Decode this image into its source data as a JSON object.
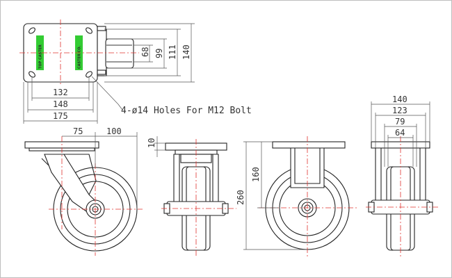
{
  "dimensions": {
    "top_plate_width": "175",
    "top_hole_span": "148",
    "top_hole_pitch": "132",
    "height_68": "68",
    "height_99": "99",
    "height_111": "111",
    "height_140": "140",
    "offset_75": "75",
    "radius_100": "100",
    "plate_10": "10",
    "bracket_160": "160",
    "overall_260": "260",
    "front_140": "140",
    "front_123": "123",
    "front_79": "79",
    "front_64": "64"
  },
  "note": "4-ø14 Holes For M12 Bolt",
  "labels": {
    "left_stamp": "TOP CASTER",
    "right_stamp": "CASTER CO."
  },
  "colors": {
    "centerline": "#e0322e",
    "stamp_green": "#33cc33",
    "lines": "#333333"
  }
}
